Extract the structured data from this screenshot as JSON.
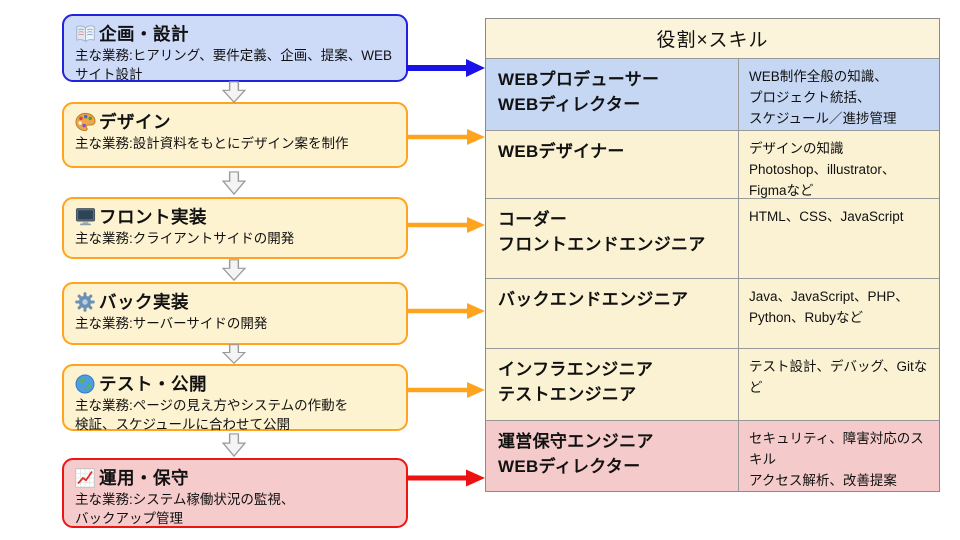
{
  "stages": [
    {
      "title": "企画・設計",
      "icon": "book-icon",
      "description": "主な業務:ヒアリング、要件定義、企画、提案、WEB\nサイト設計",
      "fill": "#cedbf8",
      "border": "#2222dd",
      "arrow_color": "#1a12e8"
    },
    {
      "title": "デザイン",
      "icon": "palette-icon",
      "description": "主な業務:設計資料をもとにデザイン案を制作",
      "fill": "#fdf3d1",
      "border": "#ffa41e",
      "arrow_color": "#ffa41e"
    },
    {
      "title": "フロント実装",
      "icon": "computer-icon",
      "description": "主な業務:クライアントサイドの開発",
      "fill": "#fdf3d1",
      "border": "#ffa41e",
      "arrow_color": "#ffa41e"
    },
    {
      "title": "バック実装",
      "icon": "gear-icon",
      "description": "主な業務:サーバーサイドの開発",
      "fill": "#fdf3d1",
      "border": "#ffa41e",
      "arrow_color": "#ffa41e"
    },
    {
      "title": "テスト・公開",
      "icon": "globe-icon",
      "description": "主な業務:ページの見え方やシステムの作動を\n検証、スケジュールに合わせて公開",
      "fill": "#fdf3d1",
      "border": "#ffa41e",
      "arrow_color": "#ffa41e"
    },
    {
      "title": "運用・保守",
      "icon": "chart-icon",
      "description": "主な業務:システム稼働状況の監視、\nバックアップ管理",
      "fill": "#f6cbcc",
      "border": "#ee1515",
      "arrow_color": "#ee1111"
    }
  ],
  "table": {
    "header": "役割×スキル",
    "rows": [
      {
        "role": "WEBプロデューサー\nWEBディレクター",
        "skills": "WEB制作全般の知識、\nプロジェクト統括、\nスケジュール／進捗管理",
        "background": "#c6d7f4"
      },
      {
        "role": "WEBデザイナー",
        "skills": "デザインの知識\nPhotoshop、illustrator、\nFigmaなど",
        "background": "#fbf2d4"
      },
      {
        "role": "コーダー\nフロントエンドエンジニア",
        "skills": "HTML、CSS、JavaScript",
        "background": "#fbf2d4"
      },
      {
        "role": "バックエンドエンジニア",
        "skills": "Java、JavaScript、PHP、\nPython、Rubyなど",
        "background": "#fbf2d4"
      },
      {
        "role": "インフラエンジニア\nテストエンジニア",
        "skills": "テスト設計、デバッグ、Gitなど",
        "background": "#fbf2d4"
      },
      {
        "role": "運営保守エンジニア\nWEBディレクター",
        "skills": "セキュリティ、障害対応のスキル\nアクセス解析、改善提案",
        "background": "#f4caca"
      }
    ]
  },
  "colors": {
    "flow_arrow_blue": "#1a12e8",
    "flow_arrow_orange": "#ffa41e",
    "flow_arrow_red": "#ee1111",
    "table_border": "#999999",
    "header_fill": "#fbf3da"
  }
}
